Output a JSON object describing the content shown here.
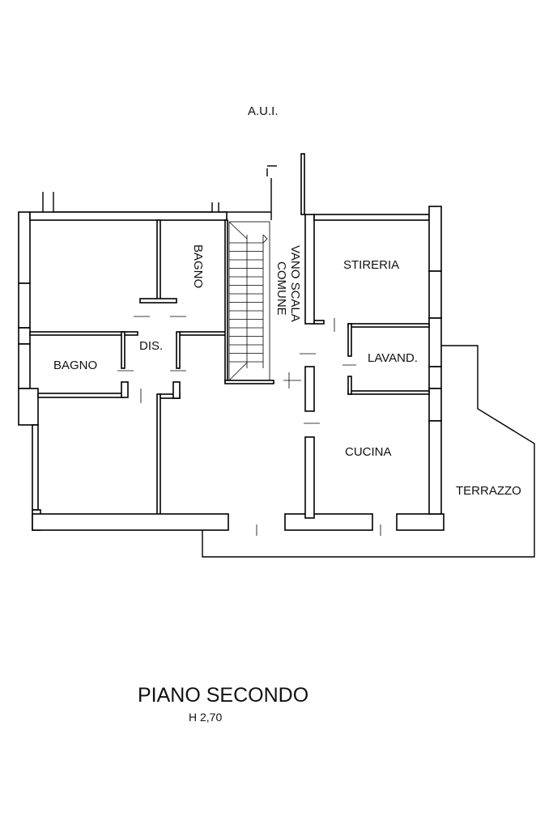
{
  "plan": {
    "neighbour_label": "A.U.I.",
    "rooms": {
      "bagno_upper": "BAGNO",
      "bagno_lower": "BAGNO",
      "dis": "DIS.",
      "vano_scala_1": "VANO SCALA",
      "vano_scala_2": "COMUNE",
      "stireria": "STIRERIA",
      "lavand": "LAVAND.",
      "cucina": "CUCINA",
      "terrazzo": "TERRAZZO"
    },
    "title": "PIANO SECONDO",
    "height_label": "H 2,70"
  }
}
